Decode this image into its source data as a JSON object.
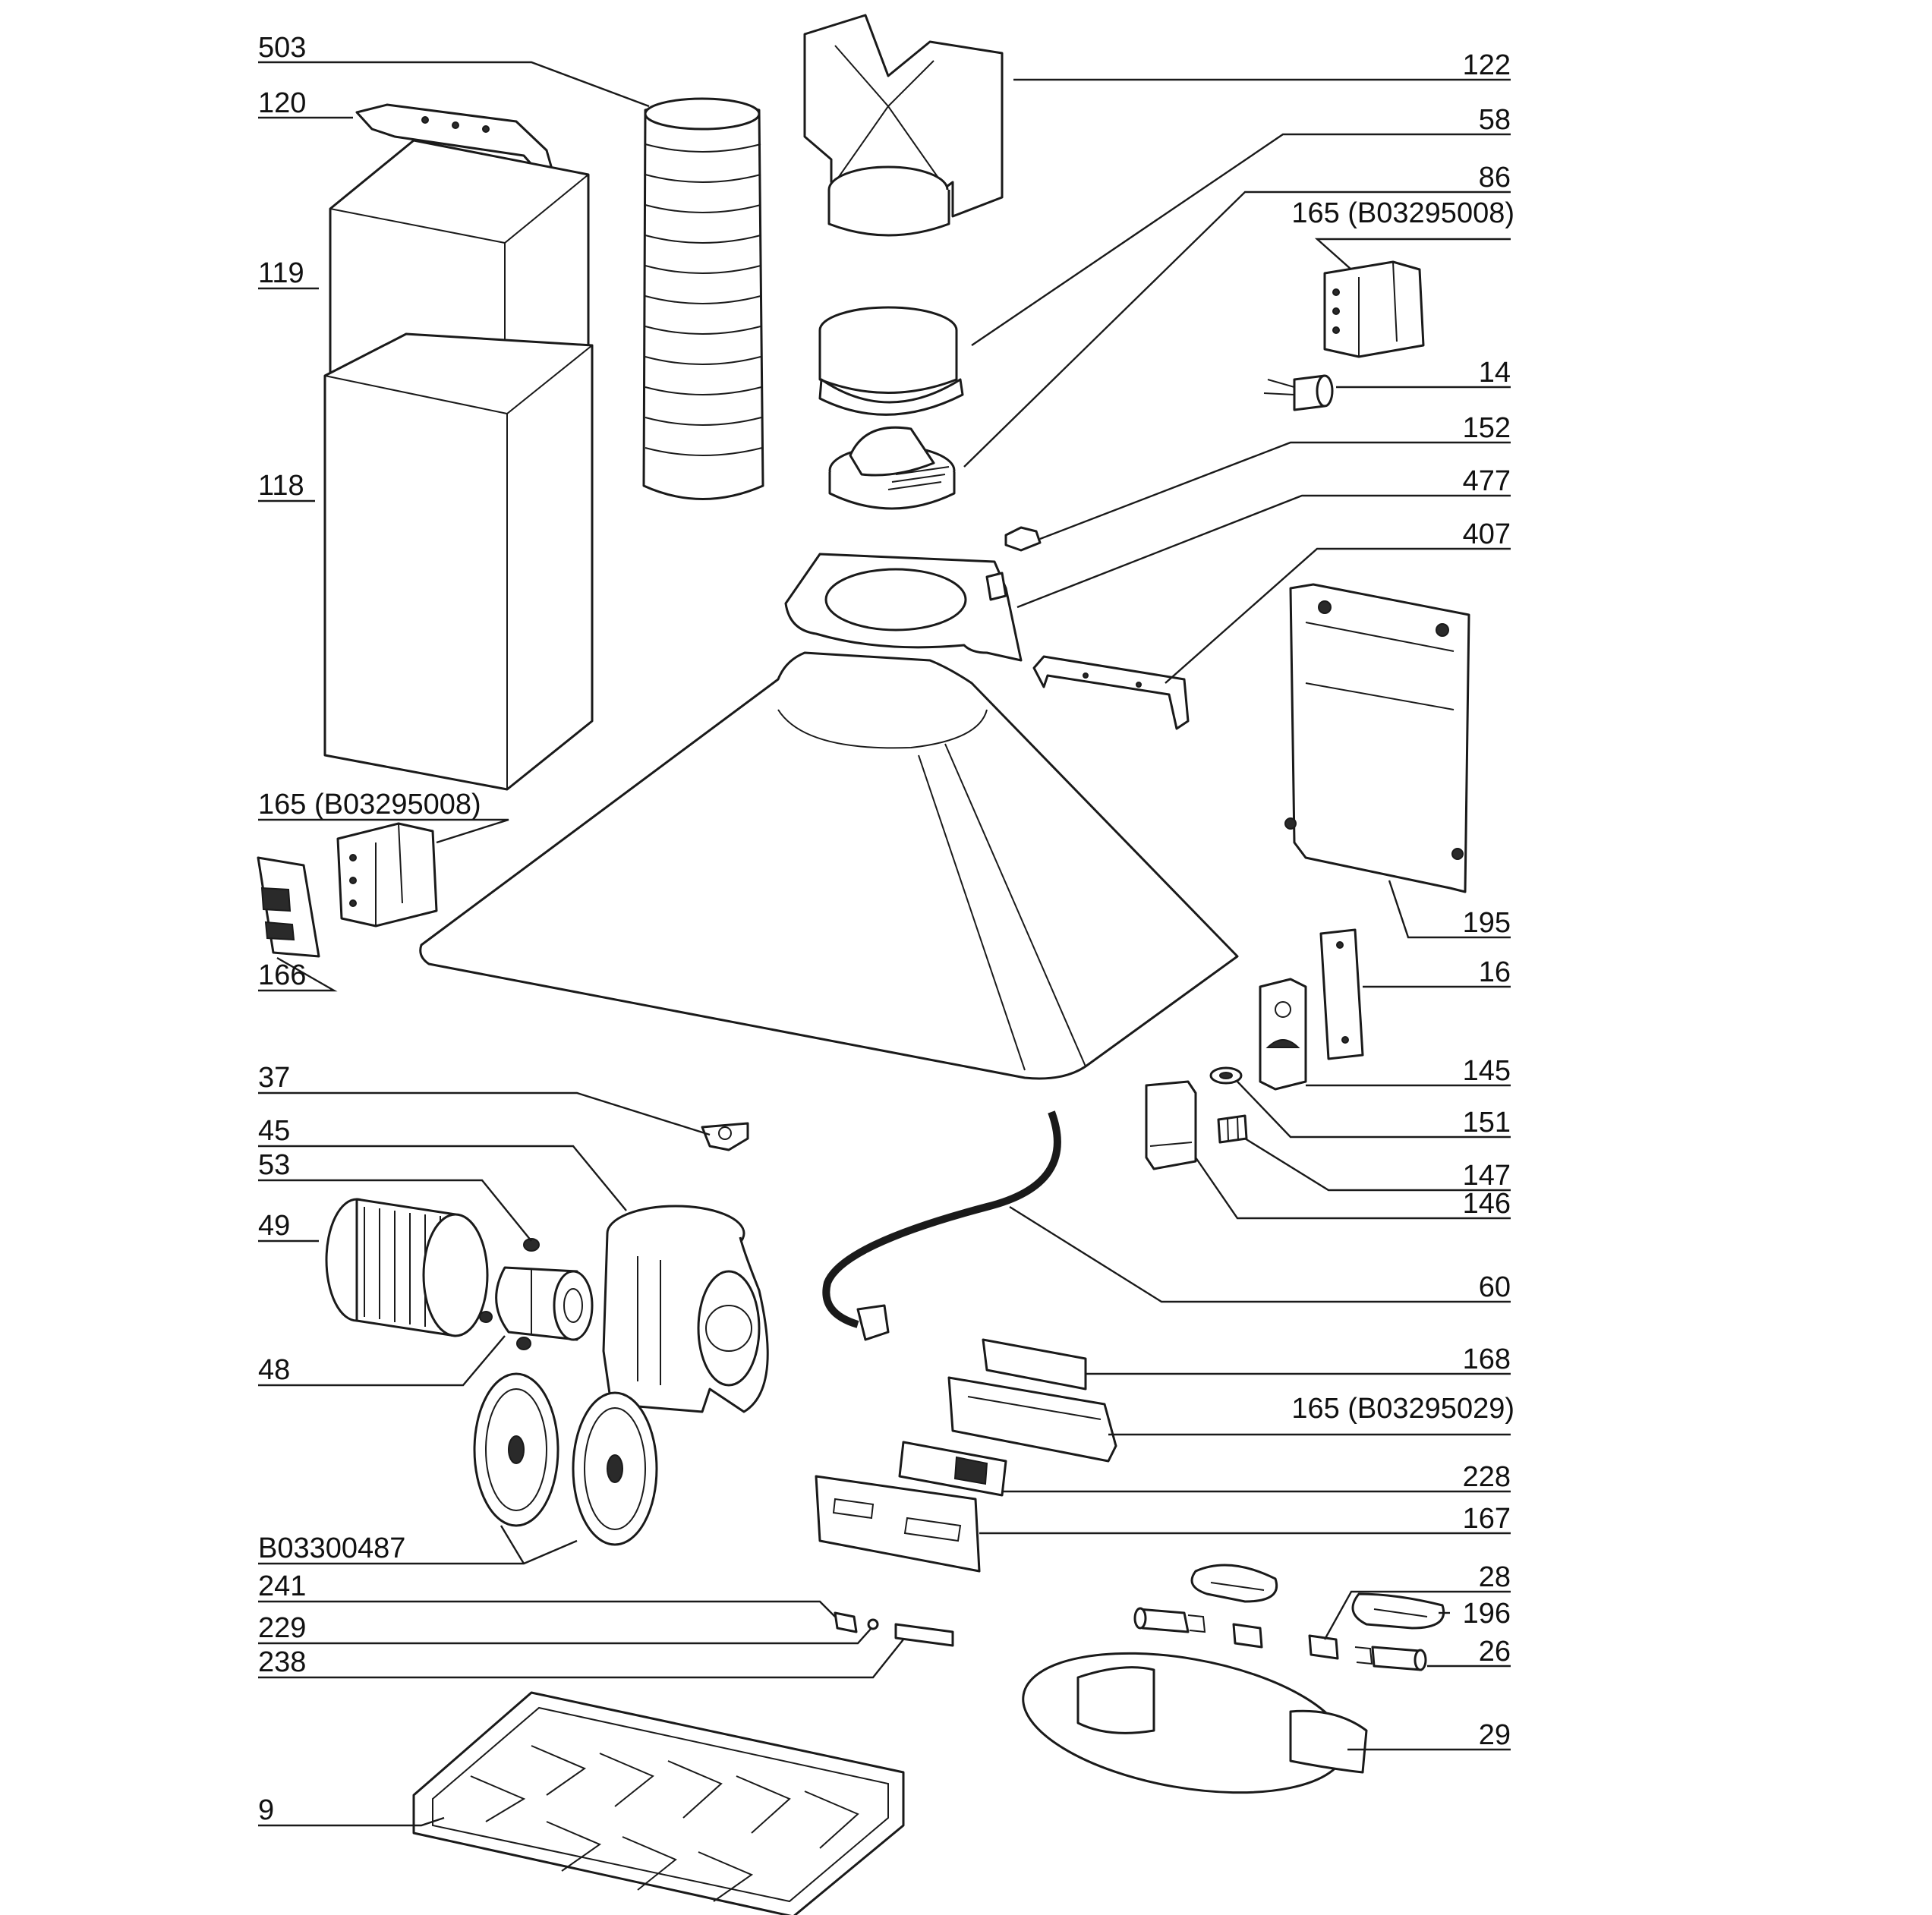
{
  "diagram": {
    "labels": {
      "l503": "503",
      "l120": "120",
      "l119": "119",
      "l118": "118",
      "l122": "122",
      "l58": "58",
      "l86": "86",
      "l165_top": "165 (B03295008)",
      "l14": "14",
      "l152": "152",
      "l477": "477",
      "l407": "407",
      "l195": "195",
      "l16": "16",
      "l145": "145",
      "l151": "151",
      "l147": "147",
      "l146": "146",
      "l165_left": "165 (B03295008)",
      "l166": "166",
      "l37": "37",
      "l45": "45",
      "l53": "53",
      "l49": "49",
      "l48": "48",
      "l60": "60",
      "l168": "168",
      "l165_bottom": "165 (B03295029)",
      "l228": "228",
      "l167": "167",
      "lB03300487": "B03300487",
      "l28": "28",
      "l196": "196",
      "l241": "241",
      "l229": "229",
      "l238": "238",
      "l26": "26",
      "l29": "29",
      "l9": "9"
    }
  }
}
